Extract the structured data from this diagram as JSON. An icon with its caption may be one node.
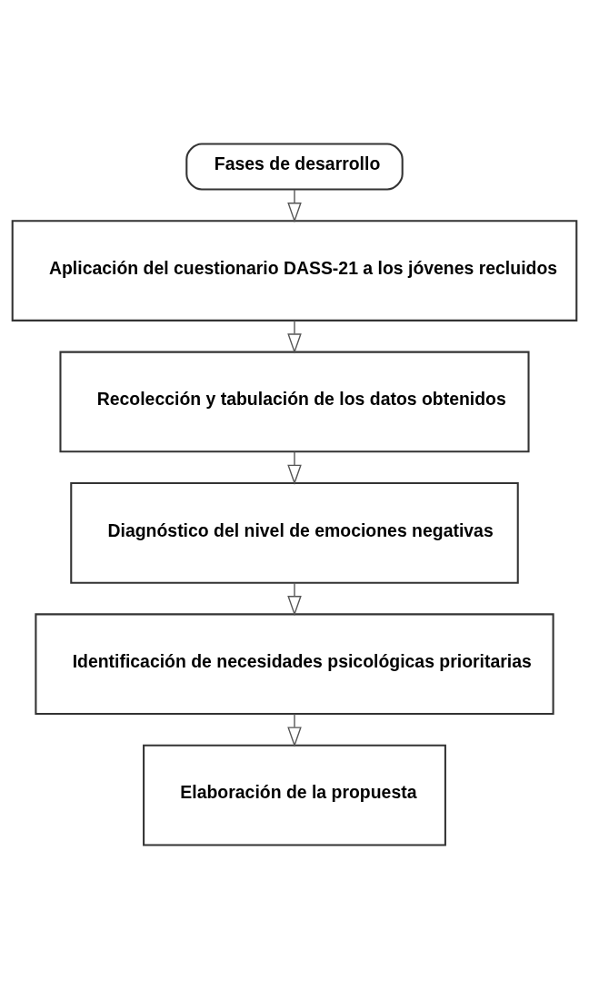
{
  "diagram": {
    "nodes": [
      {
        "text": [
          "Fases de desarrollo"
        ]
      },
      {
        "text": [
          "Aplicación del cuestionario DASS-21 a los jóvenes recluidos"
        ]
      },
      {
        "text": [
          "Recolección y tabulación de los datos obtenidos"
        ]
      },
      {
        "text": [
          "Diagnóstico del nivel de emociones negativas"
        ]
      },
      {
        "text": [
          "Identificación de necesidades psicológicas prioritarias"
        ]
      },
      {
        "text": [
          "Elaboración de la propuesta"
        ]
      }
    ],
    "edges": [
      {
        "from": 0,
        "to": 1,
        "arrow": "to"
      },
      {
        "from": 1,
        "to": 2,
        "arrow": "to"
      },
      {
        "from": 2,
        "to": 3,
        "arrow": "to"
      },
      {
        "from": 3,
        "to": 4,
        "arrow": "to"
      },
      {
        "from": 4,
        "to": 5,
        "arrow": "to"
      }
    ]
  }
}
